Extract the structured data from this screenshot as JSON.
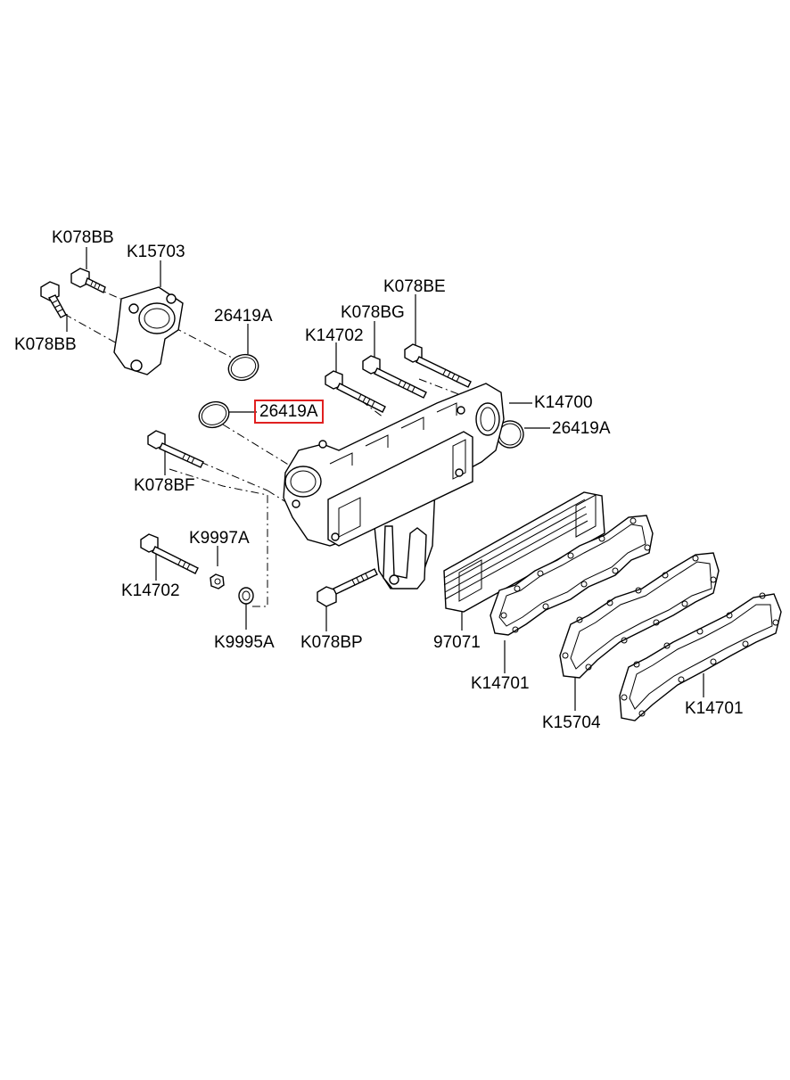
{
  "highlight_color": "#e02020",
  "callouts": {
    "k078bb_top": "K078BB",
    "k15703": "K15703",
    "k078bb_left": "K078BB",
    "n26419a_upper": "26419A",
    "k078be": "K078BE",
    "k078bg": "K078BG",
    "k14702_upper": "K14702",
    "k14700": "K14700",
    "n26419a_highlighted": "26419A",
    "n26419a_right": "26419A",
    "k078bf": "K078BF",
    "k9997a": "K9997A",
    "k14702_lower": "K14702",
    "k9995a": "K9995A",
    "k078bp": "K078BP",
    "n97071": "97071",
    "k14701_mid": "K14701",
    "k15704": "K15704",
    "k14701_right": "K14701"
  },
  "highlighted_part": "n26419a_highlighted"
}
